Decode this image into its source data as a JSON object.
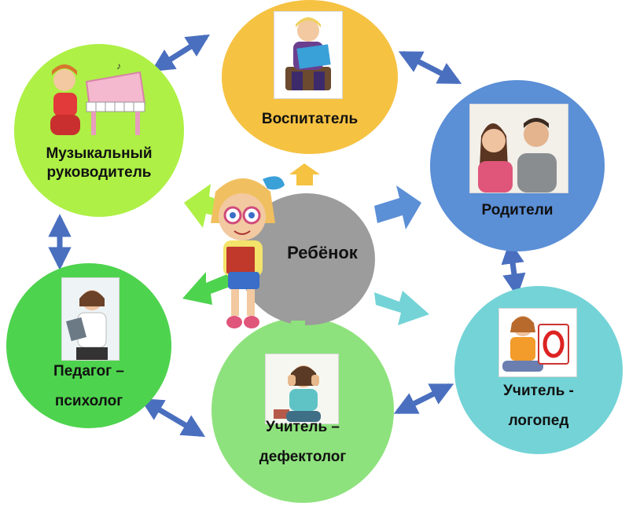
{
  "diagram": {
    "center": {
      "label": "Ребёнок",
      "color": "#9c9c9c"
    },
    "nodes": [
      {
        "id": "vospitatel",
        "label": "Воспитатель",
        "color": "#f5c242",
        "icon": "teacher-reading-book-icon"
      },
      {
        "id": "roditeli",
        "label": "Родители",
        "color": "#5b8fd6",
        "icon": "parents-couple-icon"
      },
      {
        "id": "logoped",
        "label": "Учитель - логопед",
        "label_lines": [
          "Учитель -",
          "логопед"
        ],
        "color": "#74d3d6",
        "icon": "speech-therapist-letter-card-icon"
      },
      {
        "id": "defektolog",
        "label": "Учитель – дефектолог",
        "label_lines": [
          "Учитель –",
          "дефектолог"
        ],
        "color": "#8ee27d",
        "icon": "girl-covering-ears-icon"
      },
      {
        "id": "psiholog",
        "label": "Педагог – психолог",
        "label_lines": [
          "Педагог –",
          "психолог"
        ],
        "color": "#4ed34e",
        "icon": "woman-with-clipboard-icon"
      },
      {
        "id": "muz",
        "label": "Музыкальный руководитель",
        "label_lines": [
          "Музыкальный",
          "руководитель"
        ],
        "color": "#aef046",
        "icon": "girl-playing-piano-icon"
      }
    ],
    "edge_color": "#4a6fbf",
    "center_icon": "cartoon-girl-with-books-icon"
  }
}
